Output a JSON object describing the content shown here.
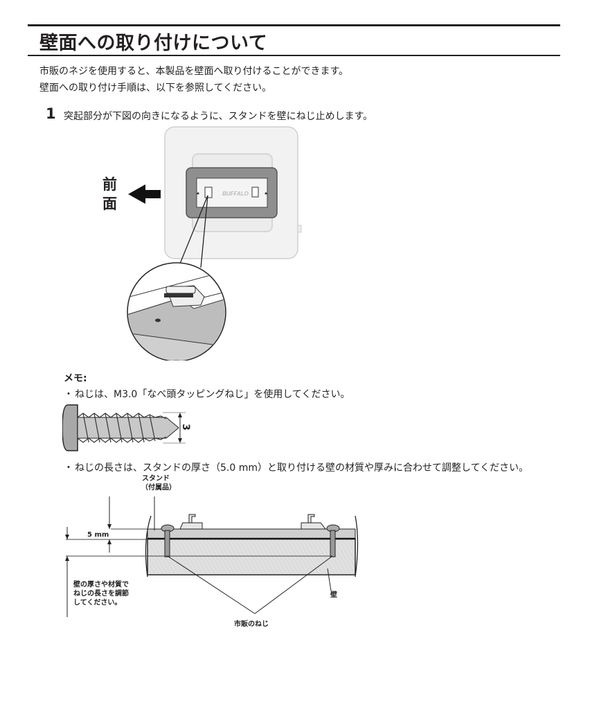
{
  "section": {
    "title": "壁面への取り付けについて",
    "intro": [
      "市販のネジを使用すると、本製品を壁面へ取り付けることができます。",
      "壁面への取り付け手順は、以下を参照してください。"
    ]
  },
  "step1": {
    "number": "1",
    "text": "突起部分が下図の向きになるように、スタンドを壁にねじ止めします。",
    "figure": {
      "front_label": "前面",
      "brand_text": "BUFFALO"
    }
  },
  "memo": {
    "heading": "メモ:",
    "bullet_mark": "・",
    "items": [
      "ねじは、M3.0「なべ頭タッピングねじ」を使用してください。",
      "ねじの長さは、スタンドの厚さ（5.0 mm）と取り付ける壁の材質や厚みに合わせて調整してください。"
    ],
    "screw_dimension": "3"
  },
  "wall_diagram": {
    "stand_label": [
      "スタンド",
      "（付属品）"
    ],
    "thickness_label": "5 mm",
    "note": [
      "壁の厚さや材質で",
      "ねじの長さを調節",
      "してください。"
    ],
    "wall_label": "壁",
    "screw_label": "市販のねじ"
  }
}
